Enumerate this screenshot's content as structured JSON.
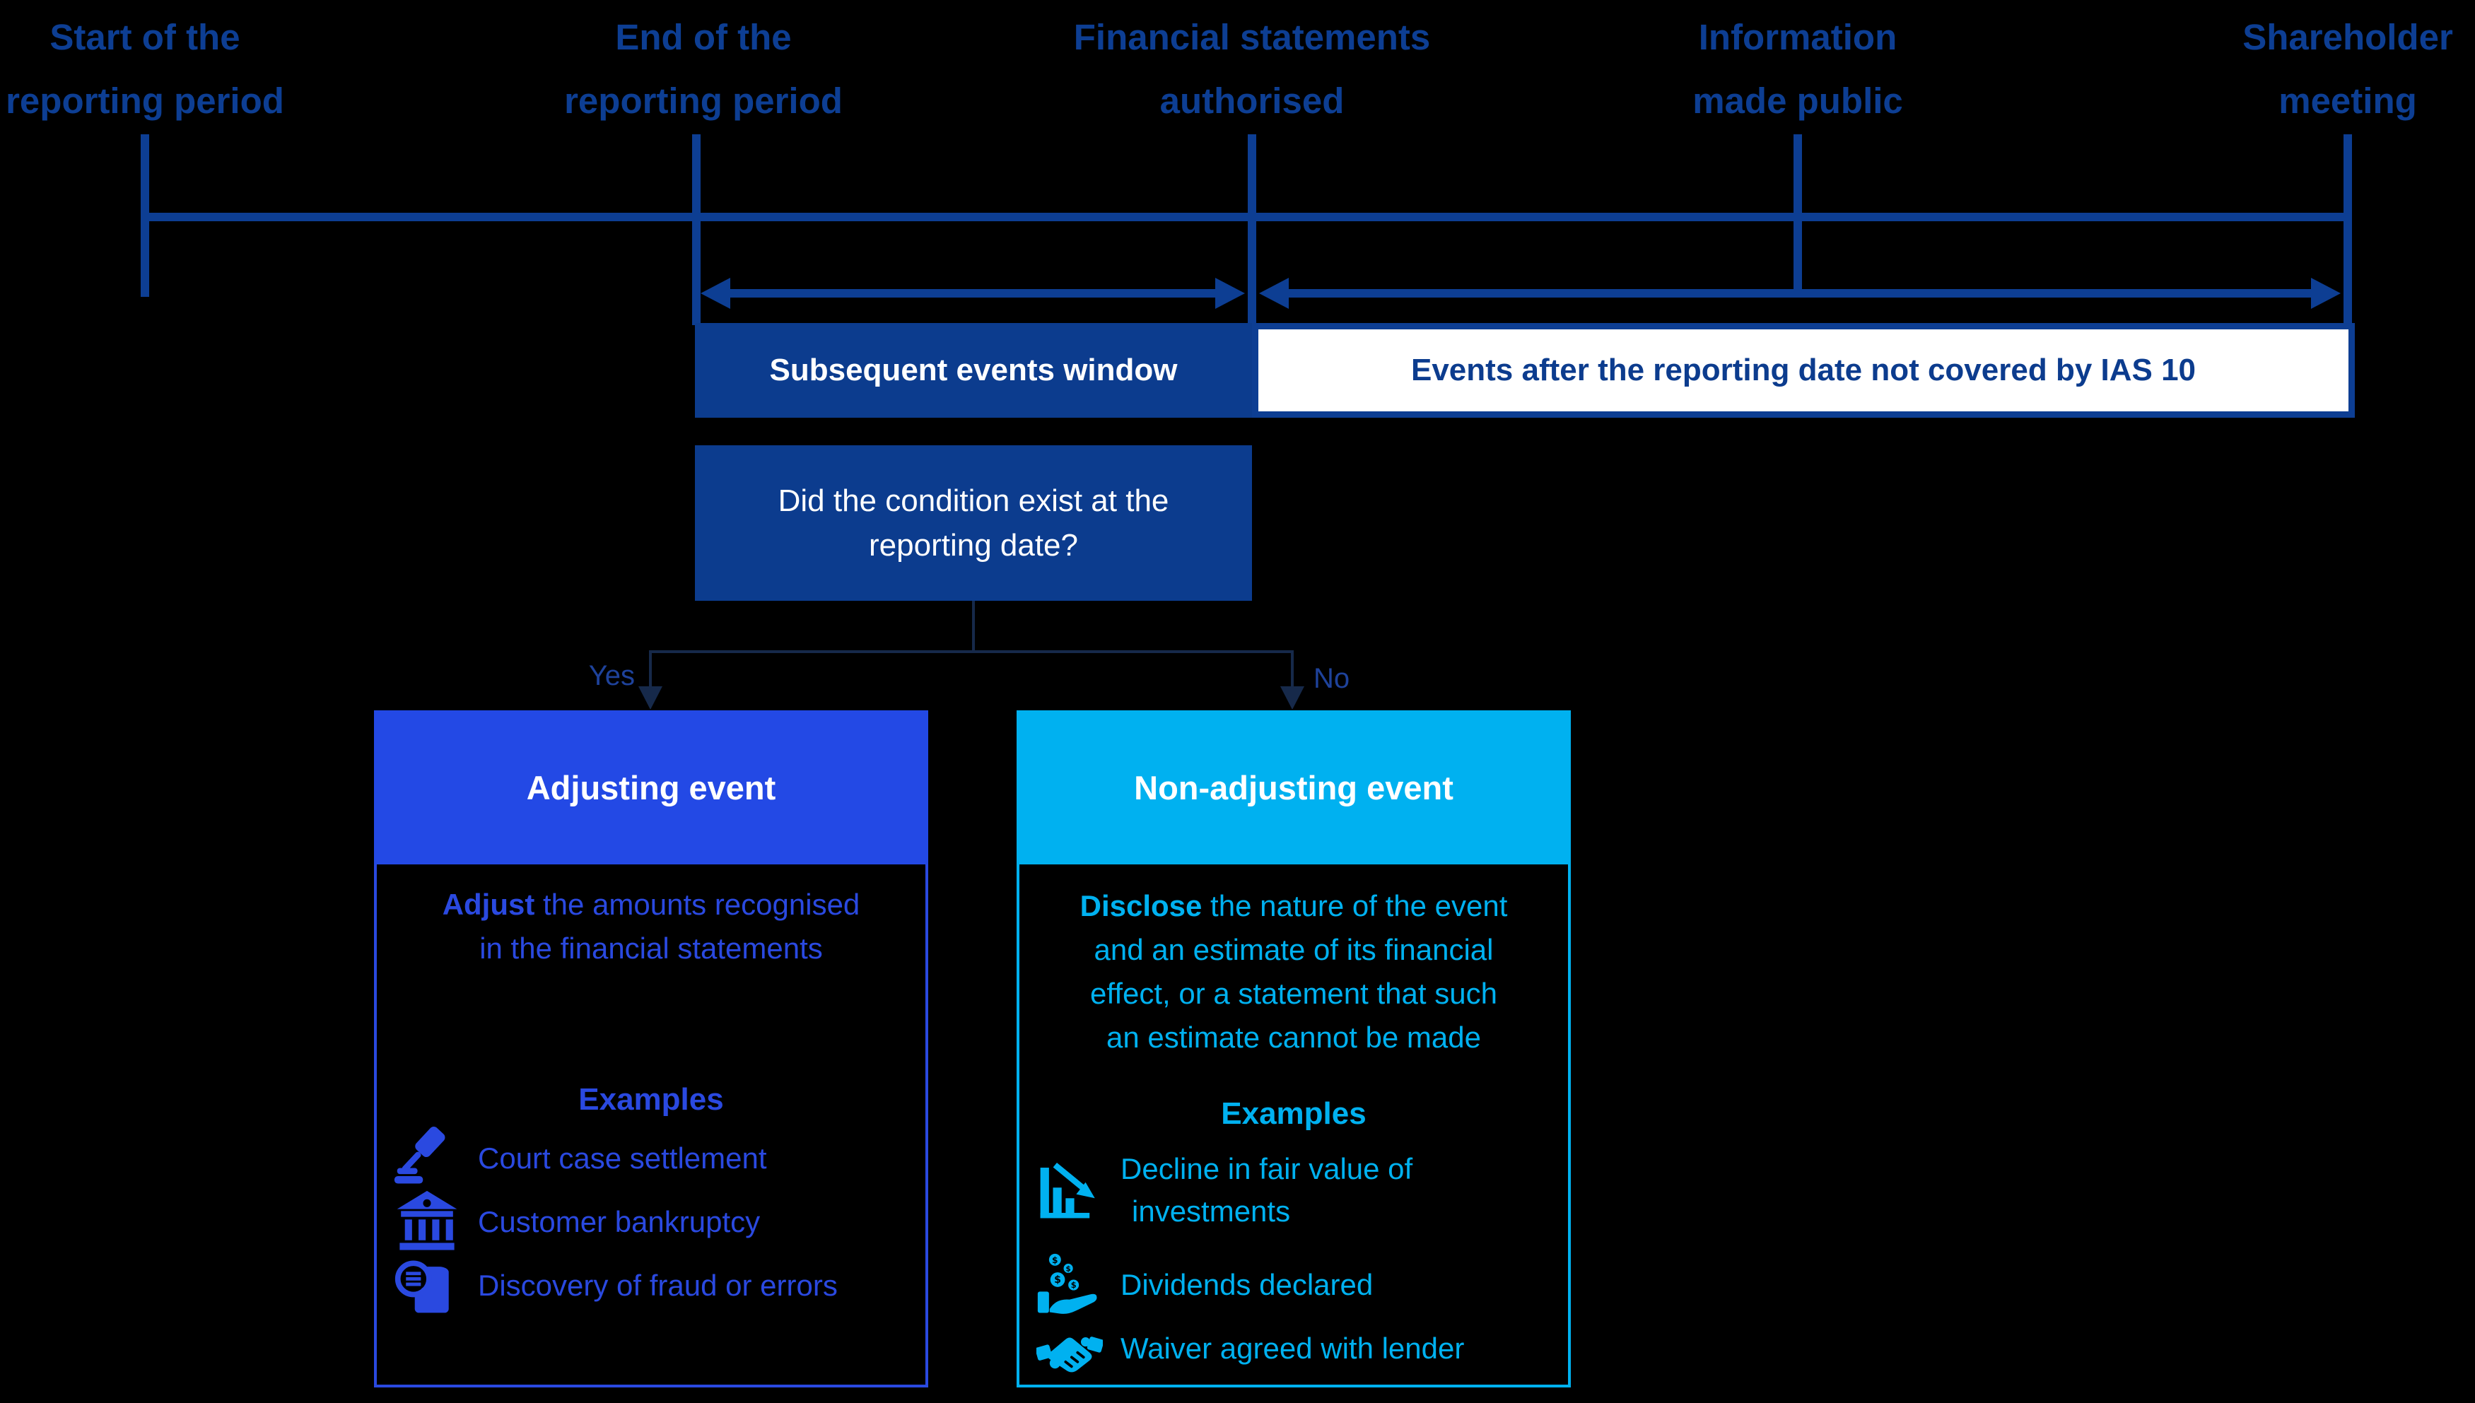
{
  "colors": {
    "background": "#000000",
    "navy_line": "#0d3e93",
    "navy_box_fill": "#0c3c8e",
    "royal_blue_header": "#2349e5",
    "royal_blue_text": "#2a49e0",
    "cyan": "#00b1f0",
    "connector_dark": "#16294a",
    "yes_no_blue": "#1e429b",
    "white": "#ffffff"
  },
  "timeline": {
    "milestones": [
      {
        "line1": "Start of the",
        "line2": "reporting period"
      },
      {
        "line1": "End of the",
        "line2": "reporting period"
      },
      {
        "line1": "Financial statements",
        "line2": "authorised"
      },
      {
        "line1": "Information",
        "line2": "made public"
      },
      {
        "line1": "Shareholder",
        "line2": "meeting"
      }
    ]
  },
  "bands": {
    "subsequent_window": "Subsequent events window",
    "not_covered": "Events after the reporting date not covered by IAS 10"
  },
  "decision": {
    "question_line1": "Did the condition exist at the",
    "question_line2": "reporting date?",
    "yes_label": "Yes",
    "no_label": "No"
  },
  "adjusting": {
    "title": "Adjusting event",
    "action": {
      "bold": "Adjust",
      "line1_rest": " the amounts recognised",
      "line2": "in the financial statements"
    },
    "examples_heading": "Examples",
    "examples": [
      {
        "icon": "gavel-icon",
        "lines": [
          "Court case settlement"
        ]
      },
      {
        "icon": "bank-icon",
        "lines": [
          "Customer bankruptcy"
        ]
      },
      {
        "icon": "fraud-magnifier-icon",
        "lines": [
          "Discovery of fraud or errors"
        ]
      }
    ]
  },
  "non_adjusting": {
    "title": "Non-adjusting event",
    "action": {
      "bold": "Disclose",
      "line1_rest": " the nature of the event",
      "line2": "and an estimate of its financial",
      "line3": "effect, or a statement that such",
      "line4": "an estimate cannot be made"
    },
    "examples_heading": "Examples",
    "examples": [
      {
        "icon": "decline-chart-icon",
        "lines": [
          "Decline in fair value of",
          "investments"
        ]
      },
      {
        "icon": "dividends-icon",
        "lines": [
          "Dividends declared"
        ]
      },
      {
        "icon": "handshake-icon",
        "lines": [
          "Waiver agreed with lender"
        ]
      }
    ]
  }
}
